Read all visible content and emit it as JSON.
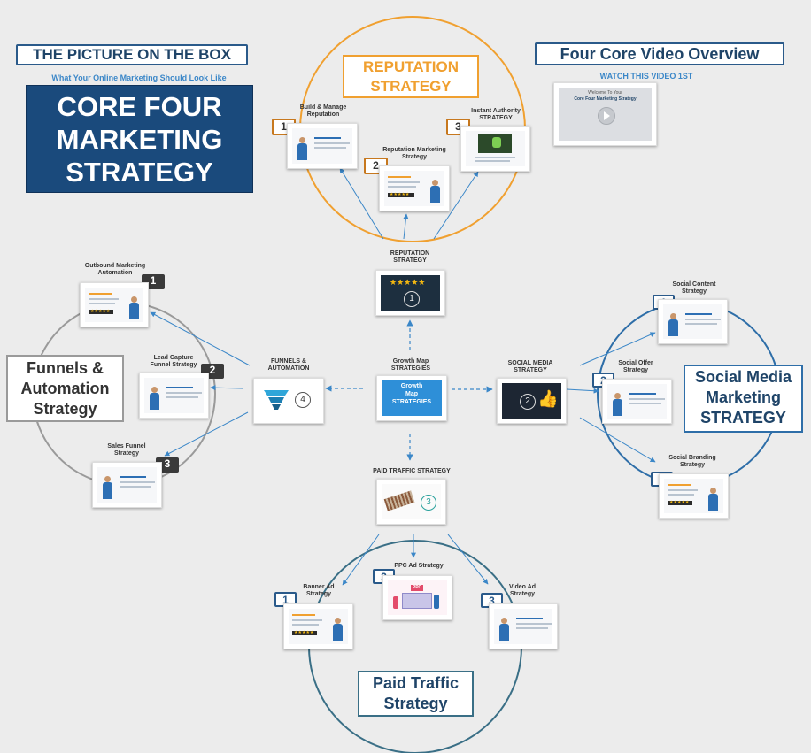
{
  "header": {
    "picture_title": "THE PICTURE ON THE BOX",
    "picture_subtitle": "What Your Online Marketing Should Look Like",
    "core_line1": "CORE FOUR",
    "core_line2": "MARKETING",
    "core_line3": "STRATEGY"
  },
  "video": {
    "title": "Four Core Video Overview",
    "subtitle": "WATCH THIS VIDEO 1ST",
    "thumb_line1": "Welcome To Your",
    "thumb_line2": "Core Four Marketing Strategy"
  },
  "center": {
    "label_line1": "Growth Map",
    "label_line2": "STRATEGIES",
    "card_text_line1": "Growth",
    "card_text_line2": "Map",
    "card_text_line3": "STRATEGIES"
  },
  "reputation": {
    "title_line1": "REPUTATION",
    "title_line2": "STRATEGY",
    "hub_label_line1": "REPUTATION",
    "hub_label_line2": "STRATEGY",
    "hub_number": "1",
    "items": [
      {
        "number": "1",
        "label_line1": "Build & Manage",
        "label_line2": "Reputation"
      },
      {
        "number": "2",
        "label_line1": "Reputation Marketing",
        "label_line2": "Strategy"
      },
      {
        "number": "3",
        "label_line1": "Instant Authority",
        "label_line2": "STRATEGY"
      }
    ]
  },
  "social": {
    "title_line1": "Social Media",
    "title_line2": "Marketing",
    "title_line3": "STRATEGY",
    "hub_label_line1": "SOCIAL MEDIA",
    "hub_label_line2": "STRATEGY",
    "hub_number": "2",
    "items": [
      {
        "number": "1",
        "label_line1": "Social Content",
        "label_line2": "Strategy"
      },
      {
        "number": "2",
        "label_line1": "Social Offer",
        "label_line2": "Strategy"
      },
      {
        "number": "3",
        "label_line1": "Social Branding",
        "label_line2": "Strategy"
      }
    ]
  },
  "paid": {
    "title_line1": "Paid Traffic",
    "title_line2": "Strategy",
    "hub_label": "PAID TRAFFIC STRATEGY",
    "hub_number": "3",
    "ppc_text": "PPC",
    "items": [
      {
        "number": "1",
        "label_line1": "Banner Ad",
        "label_line2": "Strategy"
      },
      {
        "number": "2",
        "label_line1": "PPC Ad Strategy",
        "label_line2": ""
      },
      {
        "number": "3",
        "label_line1": "Video Ad",
        "label_line2": "Strategy"
      }
    ]
  },
  "funnels": {
    "title_line1": "Funnels &",
    "title_line2": "Automation",
    "title_line3": "Strategy",
    "hub_label_line1": "FUNNELS &",
    "hub_label_line2": "AUTOMATION",
    "hub_number": "4",
    "items": [
      {
        "number": "1",
        "label_line1": "Outbound Marketing",
        "label_line2": "Automation"
      },
      {
        "number": "2",
        "label_line1": "Lead Capture",
        "label_line2": "Funnel Strategy"
      },
      {
        "number": "3",
        "label_line1": "Sales Funnel",
        "label_line2": "Strategy"
      }
    ]
  },
  "colors": {
    "background": "#ececec",
    "navy": "#1a4a7c",
    "reputation_orange": "#f0a030",
    "social_blue": "#2e6ea8",
    "paid_teal": "#3a6f86",
    "funnels_gray": "#9a9a9a",
    "arrow_blue": "#3b87c8"
  }
}
